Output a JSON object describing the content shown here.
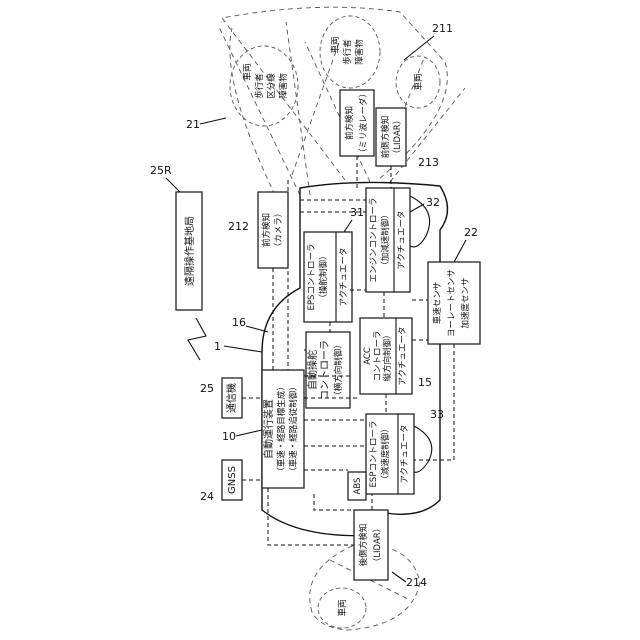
{
  "title": "遠隔操作基地局",
  "refs": {
    "base_station": "25R",
    "front_zone": "21",
    "lidar_rear": "214",
    "autonomous": "10",
    "gnss": "24",
    "comm": "25",
    "sensor_group": "1",
    "bus": "16",
    "front_camera": "212",
    "front_radar": "211",
    "front_lidar": "213",
    "eps": "31",
    "engine": "32",
    "vehicle_sensor": "22",
    "acc": "15",
    "esp": "33"
  },
  "boxes": {
    "base_station": "遠隔操作基地局",
    "gnss": "GNSS",
    "comm": "通信機",
    "autonomous_l1": "自動運行装置",
    "autonomous_l2": "（車速・経路目標生成）",
    "autonomous_l3": "（車速・経路追従制御）",
    "auto_steer_l1": "自動操舵",
    "auto_steer_l2": "コントローラ",
    "auto_steer_l3": "（横方向制御）",
    "eps_l1": "EPSコントローラ",
    "eps_l2": "（操舵制御）",
    "eps_act": "アクチュエータ",
    "engine_l1": "エンジンコントローラ",
    "engine_l2": "（加減速制御）",
    "engine_act": "アクチュエータ",
    "acc_l1": "ACC",
    "acc_l2": "コントローラ",
    "acc_l3": "縦方向制御）",
    "acc_act": "アクチュエータ",
    "esp_l1": "ESPコントローラ",
    "esp_l2": "（減速度制御）",
    "esp_act": "アクチュエータ",
    "abs": "ABS",
    "vehicle_sensor_l1": "車速センサ",
    "vehicle_sensor_l2": "ヨーレートセンサ",
    "vehicle_sensor_l3": "加速度センサ",
    "front_camera_l1": "前方検知",
    "front_camera_l2": "（カメラ）",
    "front_radar_l1": "前方検知",
    "front_radar_l2": "（ミリ波レーダ）",
    "front_lidar_l1": "前側方検知",
    "front_lidar_l2": "（LIDAR）",
    "rear_lidar_l1": "後側方検知",
    "rear_lidar_l2": "（LIDAR）"
  },
  "detections": {
    "a_l1": "車両",
    "a_l2": "歩行者",
    "a_l3": "区分線",
    "a_l4": "障害物",
    "b_l1": "車両",
    "b_l2": "歩行者",
    "b_l3": "障害物",
    "c": "車両",
    "d": "車両"
  }
}
